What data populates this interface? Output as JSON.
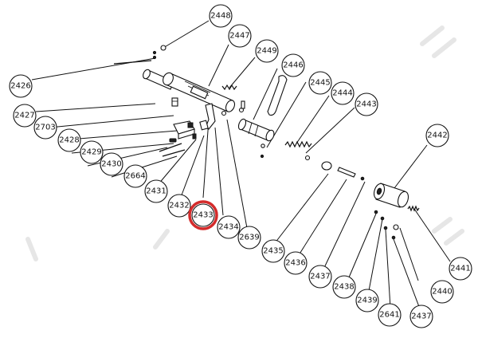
{
  "title": "",
  "highlight_color": "#d42b2b",
  "highlighted_part": "2433",
  "callouts": [
    {
      "id": "c2448",
      "label": "2448"
    },
    {
      "id": "c2447",
      "label": "2447"
    },
    {
      "id": "c2449",
      "label": "2449"
    },
    {
      "id": "c2446",
      "label": "2446"
    },
    {
      "id": "c2445",
      "label": "2445"
    },
    {
      "id": "c2444",
      "label": "2444"
    },
    {
      "id": "c2443",
      "label": "2443"
    },
    {
      "id": "c2442",
      "label": "2442"
    },
    {
      "id": "c2426",
      "label": "2426"
    },
    {
      "id": "c2427",
      "label": "2427"
    },
    {
      "id": "c2703",
      "label": "2703"
    },
    {
      "id": "c2428",
      "label": "2428"
    },
    {
      "id": "c2429",
      "label": "2429"
    },
    {
      "id": "c2430",
      "label": "2430"
    },
    {
      "id": "c2664",
      "label": "2664"
    },
    {
      "id": "c2431",
      "label": "2431"
    },
    {
      "id": "c2432",
      "label": "2432"
    },
    {
      "id": "c2433",
      "label": "2433"
    },
    {
      "id": "c2434",
      "label": "2434"
    },
    {
      "id": "c2639",
      "label": "2639"
    },
    {
      "id": "c2435",
      "label": "2435"
    },
    {
      "id": "c2436",
      "label": "2436"
    },
    {
      "id": "c2437a",
      "label": "2437"
    },
    {
      "id": "c2438",
      "label": "2438"
    },
    {
      "id": "c2439",
      "label": "2439"
    },
    {
      "id": "c2641",
      "label": "2641"
    },
    {
      "id": "c2437b",
      "label": "2437"
    },
    {
      "id": "c2440",
      "label": "2440"
    },
    {
      "id": "c2441",
      "label": "2441"
    }
  ]
}
